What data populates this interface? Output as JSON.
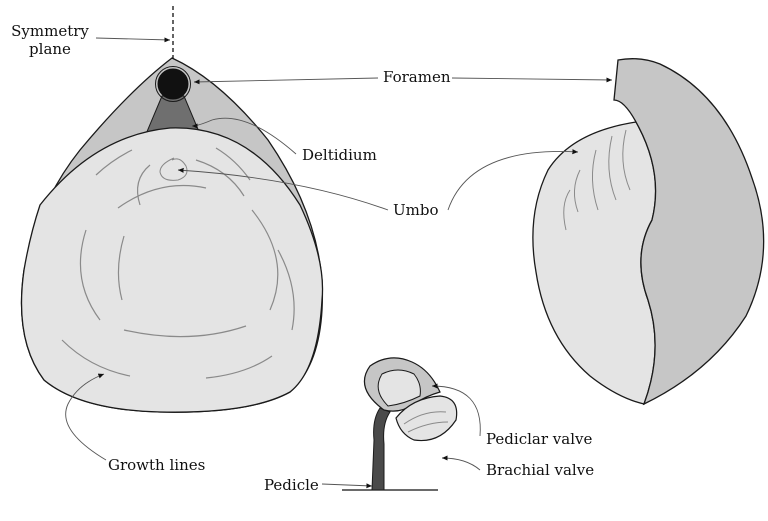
{
  "labels": {
    "symmetry_plane": [
      "Symmetry",
      "plane"
    ],
    "foramen": "Foramen",
    "deltidium": "Deltidium",
    "umbo": "Umbo",
    "growth_lines": "Growth lines",
    "pedicle": "Pedicle",
    "pedicle_valve": "Pediclar valve",
    "brachial_valve": "Brachial valve"
  },
  "colors": {
    "shell_dark": "#c6c6c6",
    "shell_light": "#e4e4e4",
    "deltidium": "#6f6f6f",
    "foramen": "#111111",
    "outline": "#1a1a1a",
    "pedicle": "#4a4a4a"
  }
}
